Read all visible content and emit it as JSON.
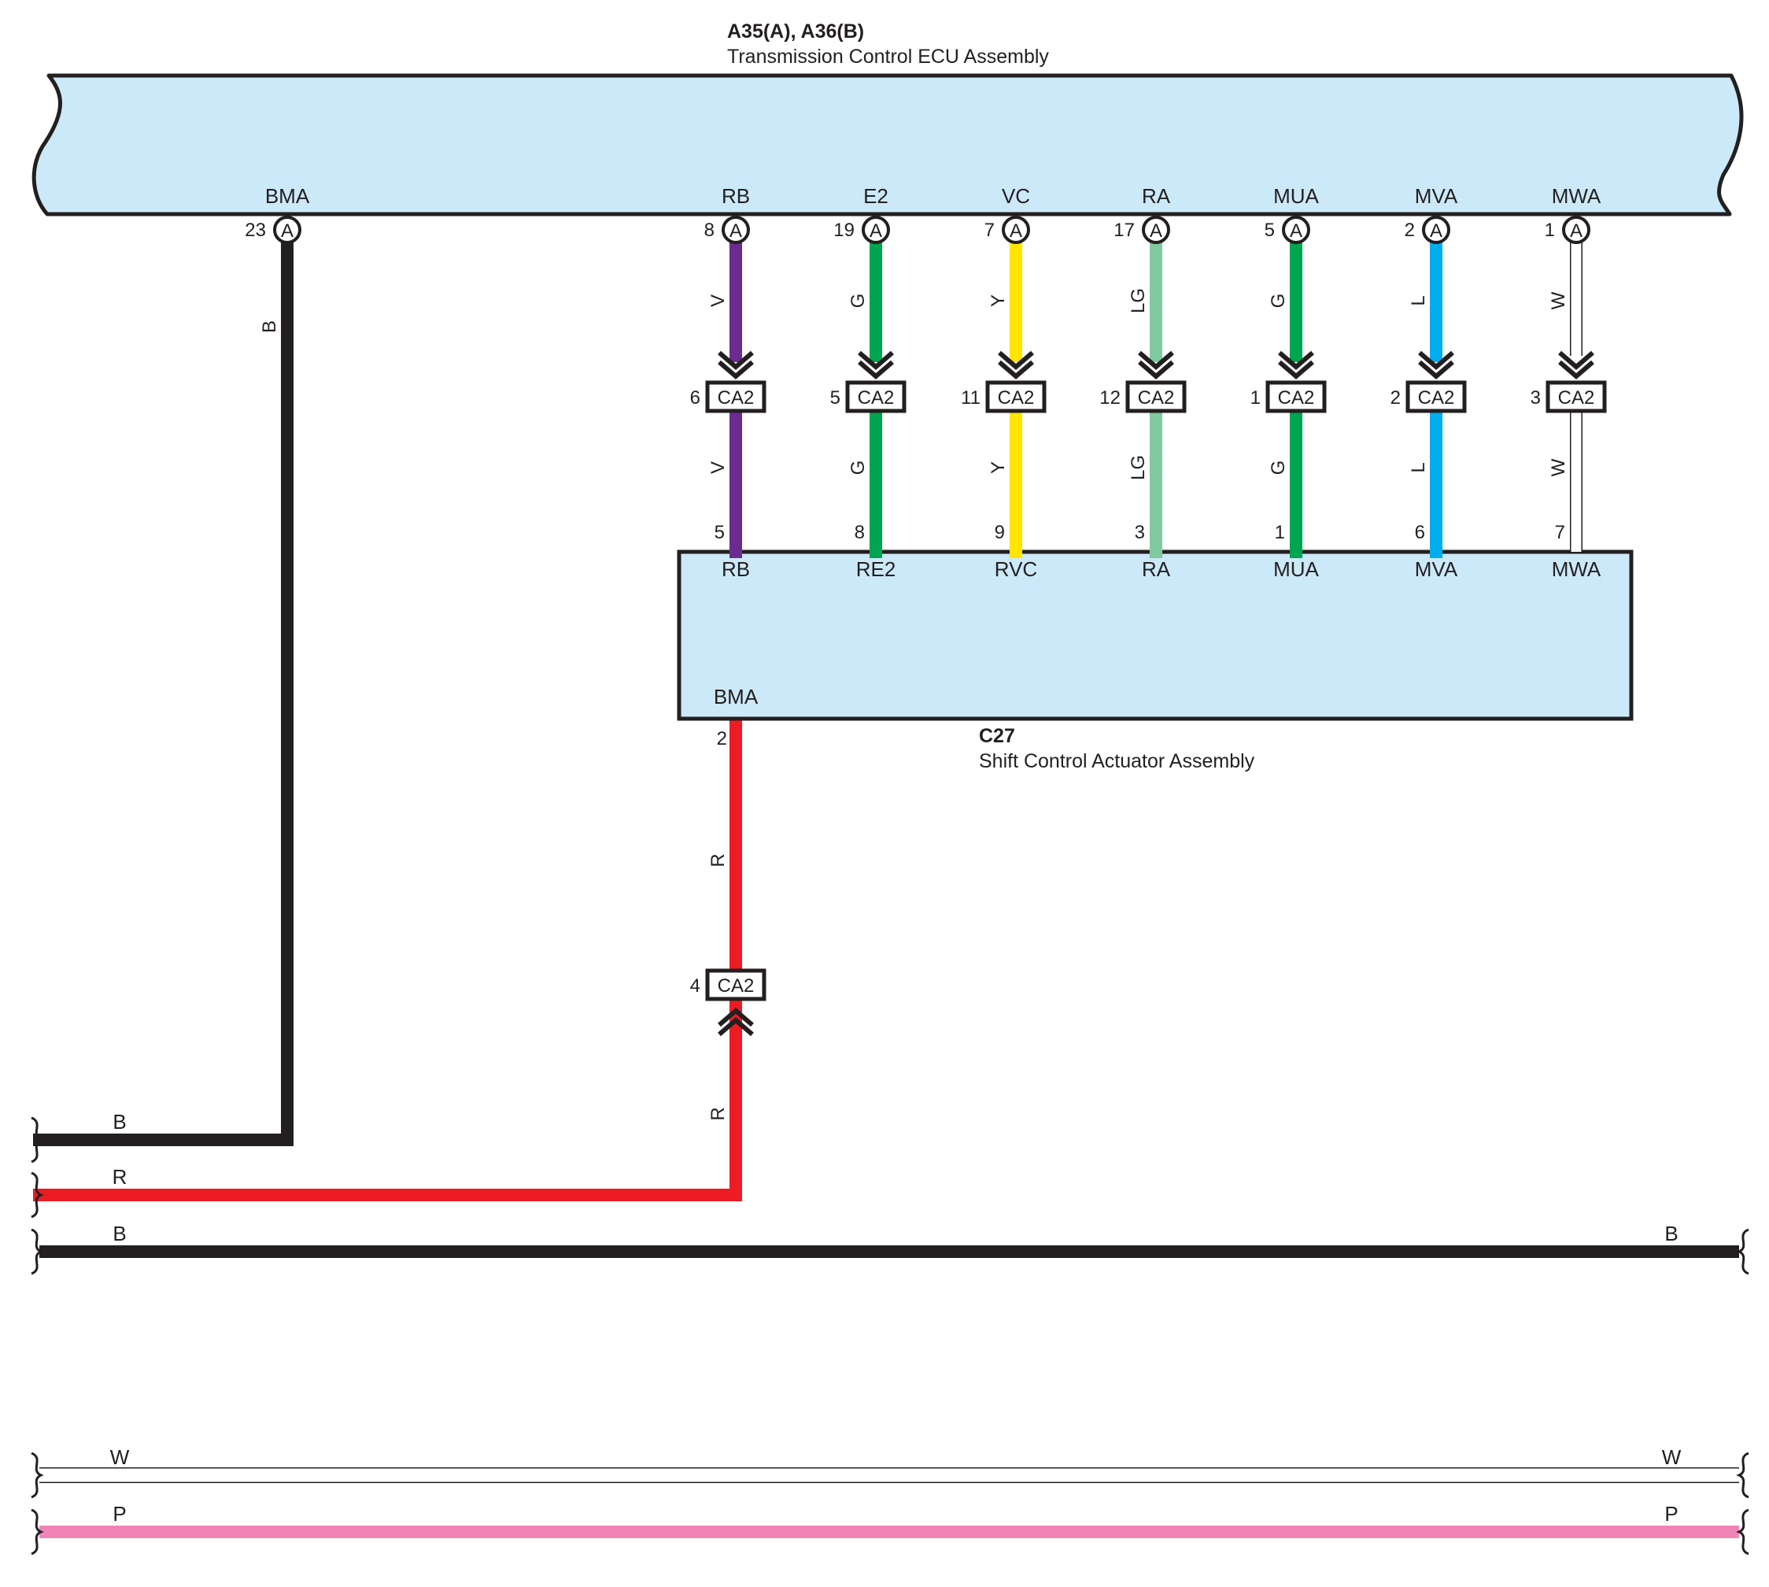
{
  "colors": {
    "component_fill": "#cce9f9",
    "outline": "#231f20",
    "B": "#231f20",
    "V": "#6b2c91",
    "G": "#00a54f",
    "Y": "#ffe500",
    "LG": "#80c9a1",
    "L": "#00aeef",
    "W": "#ffffff",
    "R": "#ed1c24",
    "P": "#f084b6"
  },
  "ecu": {
    "id": "A35(A), A36(B)",
    "name": "Transmission Control ECU Assembly",
    "bma_terminal": {
      "name": "BMA",
      "pin": "23",
      "connector": "A",
      "wire": "B"
    }
  },
  "actuator": {
    "id": "C27",
    "name": "Shift Control Actuator Assembly",
    "bma_terminal": {
      "name": "BMA",
      "pin": "2",
      "wire": "R"
    }
  },
  "junction_label": "CA2",
  "circuits": [
    {
      "ecu_terminal": "RB",
      "ecu_pin": "8",
      "connector": "A",
      "wire": "V",
      "ca2_pin": "6",
      "act_pin": "5",
      "act_terminal": "RB"
    },
    {
      "ecu_terminal": "E2",
      "ecu_pin": "19",
      "connector": "A",
      "wire": "G",
      "ca2_pin": "5",
      "act_pin": "8",
      "act_terminal": "RE2"
    },
    {
      "ecu_terminal": "VC",
      "ecu_pin": "7",
      "connector": "A",
      "wire": "Y",
      "ca2_pin": "11",
      "act_pin": "9",
      "act_terminal": "RVC"
    },
    {
      "ecu_terminal": "RA",
      "ecu_pin": "17",
      "connector": "A",
      "wire": "LG",
      "ca2_pin": "12",
      "act_pin": "3",
      "act_terminal": "RA"
    },
    {
      "ecu_terminal": "MUA",
      "ecu_pin": "5",
      "connector": "A",
      "wire": "G",
      "ca2_pin": "1",
      "act_pin": "1",
      "act_terminal": "MUA"
    },
    {
      "ecu_terminal": "MVA",
      "ecu_pin": "2",
      "connector": "A",
      "wire": "L",
      "ca2_pin": "2",
      "act_pin": "6",
      "act_terminal": "MVA"
    },
    {
      "ecu_terminal": "MWA",
      "ecu_pin": "1",
      "connector": "A",
      "wire": "W",
      "ca2_pin": "3",
      "act_pin": "7",
      "act_terminal": "MWA"
    }
  ],
  "bma_link": {
    "ca2_pin": "4",
    "wire": "R"
  },
  "buses": [
    {
      "left": "B",
      "right": ""
    },
    {
      "left": "R",
      "right": ""
    },
    {
      "left": "B",
      "right": "B"
    },
    {
      "left": "W",
      "right": "W"
    },
    {
      "left": "P",
      "right": "P"
    }
  ]
}
